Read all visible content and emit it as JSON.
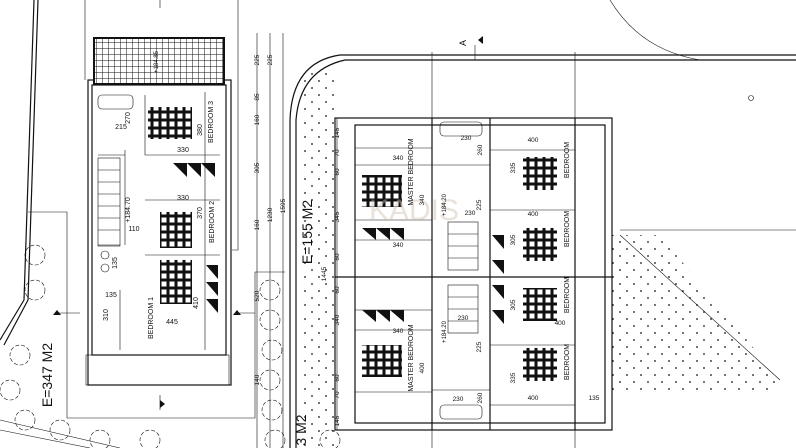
{
  "plot_area": {
    "left_plot": "E=347 M2",
    "right_plot": "E=155 M2",
    "partial_plot": "3 M2"
  },
  "section_marker": "A",
  "left_house": {
    "rooms": [
      "BEDROOM 3",
      "BEDROOM 2",
      "BEDROOM 1"
    ],
    "level": "+184.70",
    "balcony_level": "+184.85",
    "dimensions": [
      "330",
      "330",
      "380",
      "370",
      "445",
      "410",
      "215",
      "270",
      "135",
      "135",
      "110",
      "310"
    ]
  },
  "right_house": {
    "rooms": [
      "MASTER BEDROOM",
      "MASTER BEDROOM",
      "BEDROOM",
      "BEDROOM",
      "BEDROOM",
      "BEDROOM"
    ],
    "levels": [
      "+184.20",
      "+184.20"
    ],
    "dimensions": [
      "340",
      "340",
      "340",
      "340",
      "400",
      "400",
      "400",
      "400",
      "400",
      "230",
      "230",
      "230",
      "230",
      "225",
      "225",
      "335",
      "335",
      "305",
      "305",
      "260",
      "260",
      "135"
    ]
  },
  "dimension_chain_outer": [
    "225",
    "85",
    "160",
    "305",
    "160",
    "520",
    "140"
  ],
  "dimension_chain_mid": [
    "225",
    "1230"
  ],
  "dimension_chain_total": [
    "1595"
  ],
  "dimension_chain_right": [
    "145",
    "70",
    "60",
    "345",
    "60",
    "1445",
    "60",
    "340",
    "60",
    "70",
    "145"
  ],
  "watermark": "KADIS"
}
